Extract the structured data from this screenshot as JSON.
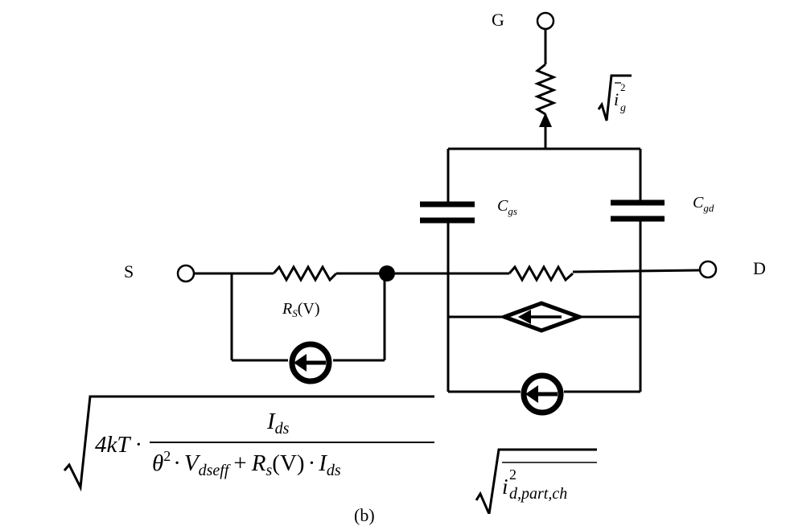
{
  "terminals": {
    "gate": "G",
    "source": "S",
    "drain": "D"
  },
  "components": {
    "cgs": {
      "main": "C",
      "sub": "gs"
    },
    "cgd": {
      "main": "C",
      "sub": "gd"
    },
    "rs": {
      "main": "R",
      "sub": "S",
      "arg": "(V)"
    }
  },
  "gate_noise": {
    "symbol": "i",
    "exp": "2",
    "sub": "g"
  },
  "drain_noise": {
    "symbol": "i",
    "exp": "2",
    "sub": "d,part,ch"
  },
  "source_noise_formula": {
    "prefix": "4kT ·",
    "numerator_main": "I",
    "numerator_sub": "ds",
    "den_theta": "θ",
    "den_exp": "2",
    "den_dot": "·",
    "den_v": "V",
    "den_v_sub": "dseff",
    "den_plus": "+",
    "den_r": "R",
    "den_r_sub": "s",
    "den_r_arg": "(V)",
    "den_dot2": "·",
    "den_i": "I",
    "den_i_sub": "ds"
  },
  "caption_partial": "(b)"
}
